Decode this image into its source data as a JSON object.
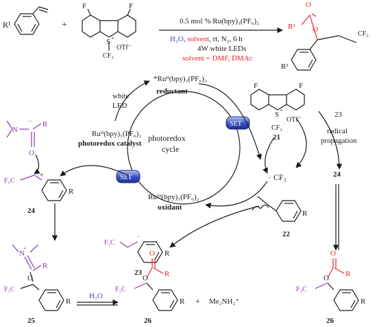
{
  "top": {
    "r1": "R¹",
    "plus": "+",
    "F": "F",
    "S": "S",
    "plus_charge": "+",
    "CF3": "CF₃",
    "otf": "OTf⁻",
    "O": "O",
    "r2": "R²",
    "catalyst": "0.5 mol % Ru(bpy)₃(PF₆)₂",
    "h2o": "H₂O",
    "sep1": ", ",
    "solvent": "solvent",
    "rest": ", rt, N₂, 6 h",
    "led": "4W white LEDs",
    "solvent_note": "solvent = DMF, DMAc"
  },
  "cycle": {
    "excited": "*Ruᴵᴵ(bpy)₃(PF₆)₂",
    "reductant": "reductant",
    "white": "white",
    "led": "LED",
    "photoredox": "photoredox",
    "cycle": "cycle",
    "ground": "Ruᴵᴵ(bpy)₃(PF₆)₂",
    "catalyst": "photoredox catalyst",
    "oxidized": "Ruᴵᴵᴵ(bpy)₃(PF₆)₂",
    "oxidant": "oxidant",
    "set": "SET"
  },
  "mid": {
    "cf3rad": "· CF₃",
    "radical": "radical",
    "propagation": "propagation"
  },
  "left": {
    "N": "N",
    "dots": "··",
    "dot": "·",
    "cf3c": "F₃C"
  },
  "bottom": {
    "h2o": "H₂O",
    "me2nh2": "Me₂NH₂⁺"
  },
  "labels": {
    "R": "R",
    "n21": "21",
    "n22": "22",
    "n23": "23",
    "n24": "24",
    "n25": "25",
    "n26": "26"
  }
}
